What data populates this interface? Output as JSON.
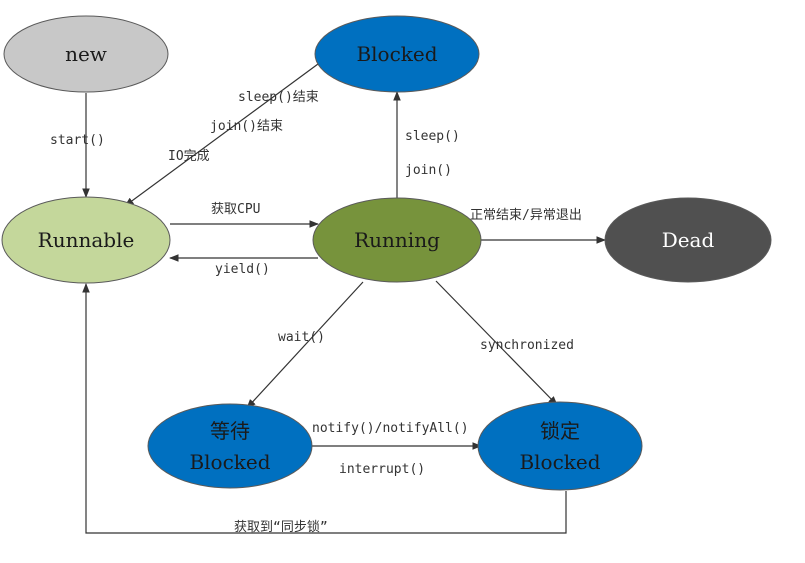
{
  "colors": {
    "gray": "#c8c8c8",
    "blue": "#0070c0",
    "light_green": "#c4d79b",
    "olive_green": "#77933c",
    "dark_gray": "#505050",
    "stroke": "#5a5a5a",
    "edge": "#333333"
  },
  "nodes": {
    "new": {
      "label": "new"
    },
    "blocked_top": {
      "label": "Blocked"
    },
    "runnable": {
      "label": "Runnable"
    },
    "running": {
      "label": "Running"
    },
    "dead": {
      "label": "Dead"
    },
    "waiting": {
      "line1": "等待",
      "line2": "Blocked"
    },
    "locked": {
      "line1": "锁定",
      "line2": "Blocked"
    }
  },
  "edges": {
    "start": "start()",
    "blocked_sleep_end": "sleep()结束",
    "blocked_join_end": "join()结束",
    "blocked_io_done": "IO完成",
    "sleep": "sleep()",
    "join": "join()",
    "get_cpu": "获取CPU",
    "yield": "yield()",
    "normal_end": "正常结束/异常退出",
    "wait": "wait()",
    "synchronized": "synchronized",
    "notify": "notify()/notifyAll()",
    "interrupt": "interrupt()",
    "get_lock": "获取到“同步锁”"
  }
}
